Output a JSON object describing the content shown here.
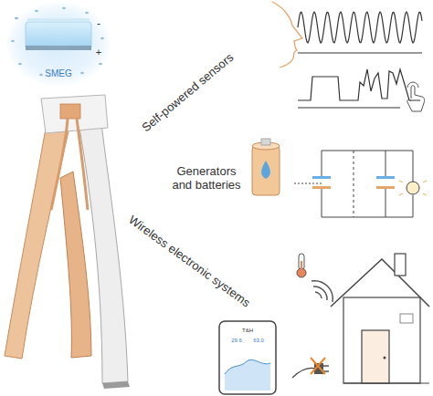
{
  "diagram": {
    "nodes": [
      {
        "text": [
          "SMEG"
        ]
      }
    ],
    "labels": [
      "Self-powered sensors",
      "Generators and batteries",
      "Wireless electronic systems",
      "T&H",
      "29.6",
      "63.0",
      "-",
      "+"
    ]
  }
}
